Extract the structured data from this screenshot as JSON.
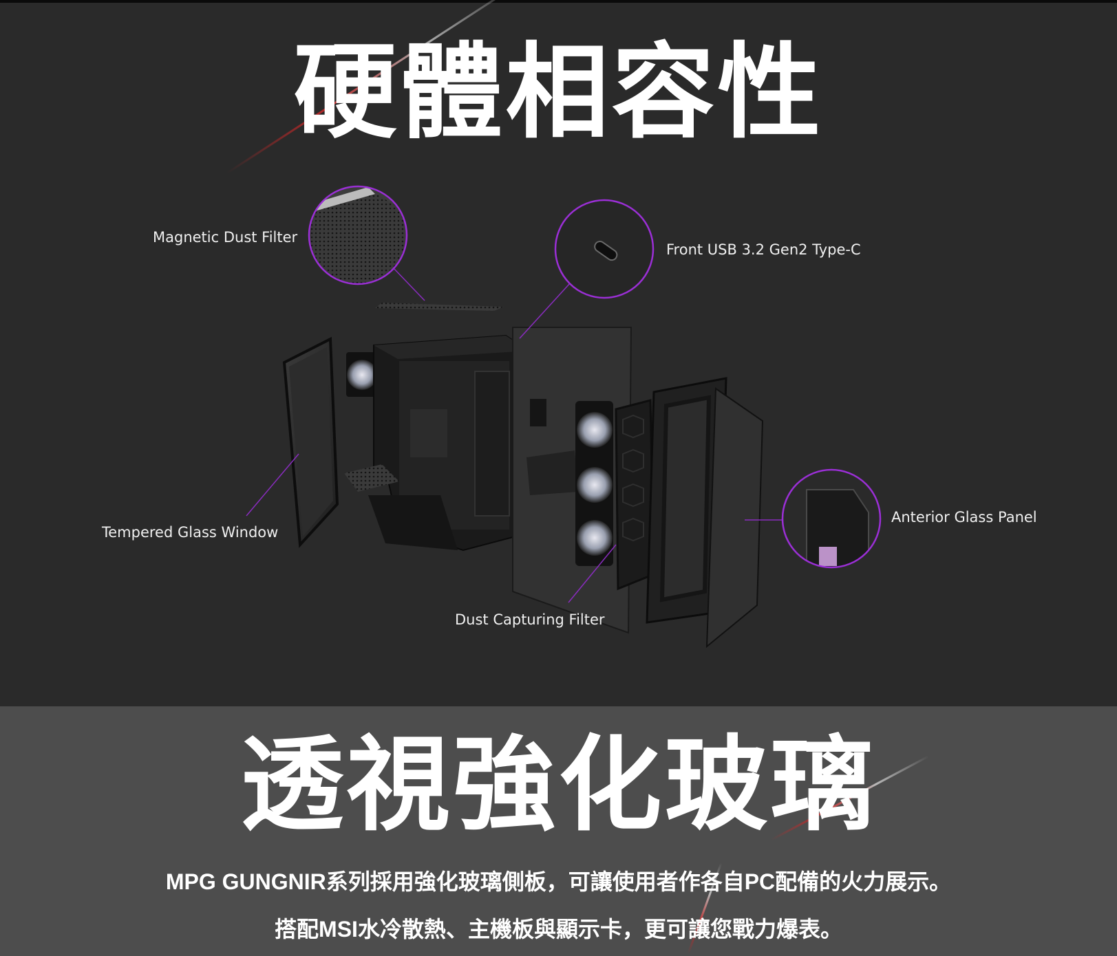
{
  "headings": {
    "top": "硬體相容性",
    "bottom": "透視強化玻璃"
  },
  "callouts": {
    "magnetic_dust_filter": "Magnetic Dust Filter",
    "front_usb": "Front USB 3.2 Gen2 Type-C",
    "tempered_glass_window": "Tempered Glass Window",
    "anterior_glass_panel": "Anterior Glass Panel",
    "dust_capturing_filter": "Dust Capturing Filter"
  },
  "description": {
    "line1": "MPG GUNGNIR系列採用強化玻璃側板，可讓使用者作各自PC配備的火力展示。",
    "line2": "搭配MSI水冷散熱、主機板與顯示卡，更可讓您戰力爆表。"
  },
  "colors": {
    "top_background": "#2a2a2a",
    "bottom_background": "#4d4d4d",
    "callout_ring": "#9b2fd6",
    "accent_streak": "#c82828"
  }
}
